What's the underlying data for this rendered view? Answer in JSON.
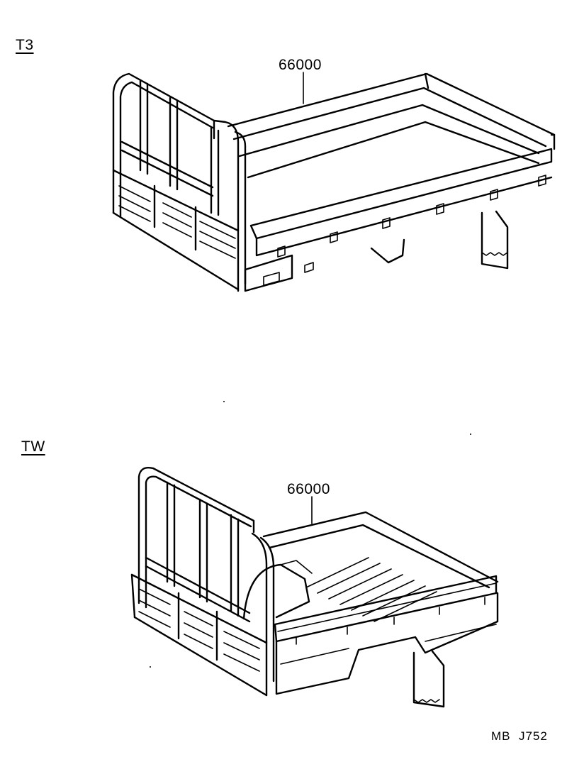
{
  "diagram": {
    "variants": [
      {
        "label": "T3",
        "part_number": "66000"
      },
      {
        "label": "TW",
        "part_number": "66000"
      }
    ],
    "drawing_code": {
      "prefix": "MB",
      "number": "J752"
    }
  }
}
